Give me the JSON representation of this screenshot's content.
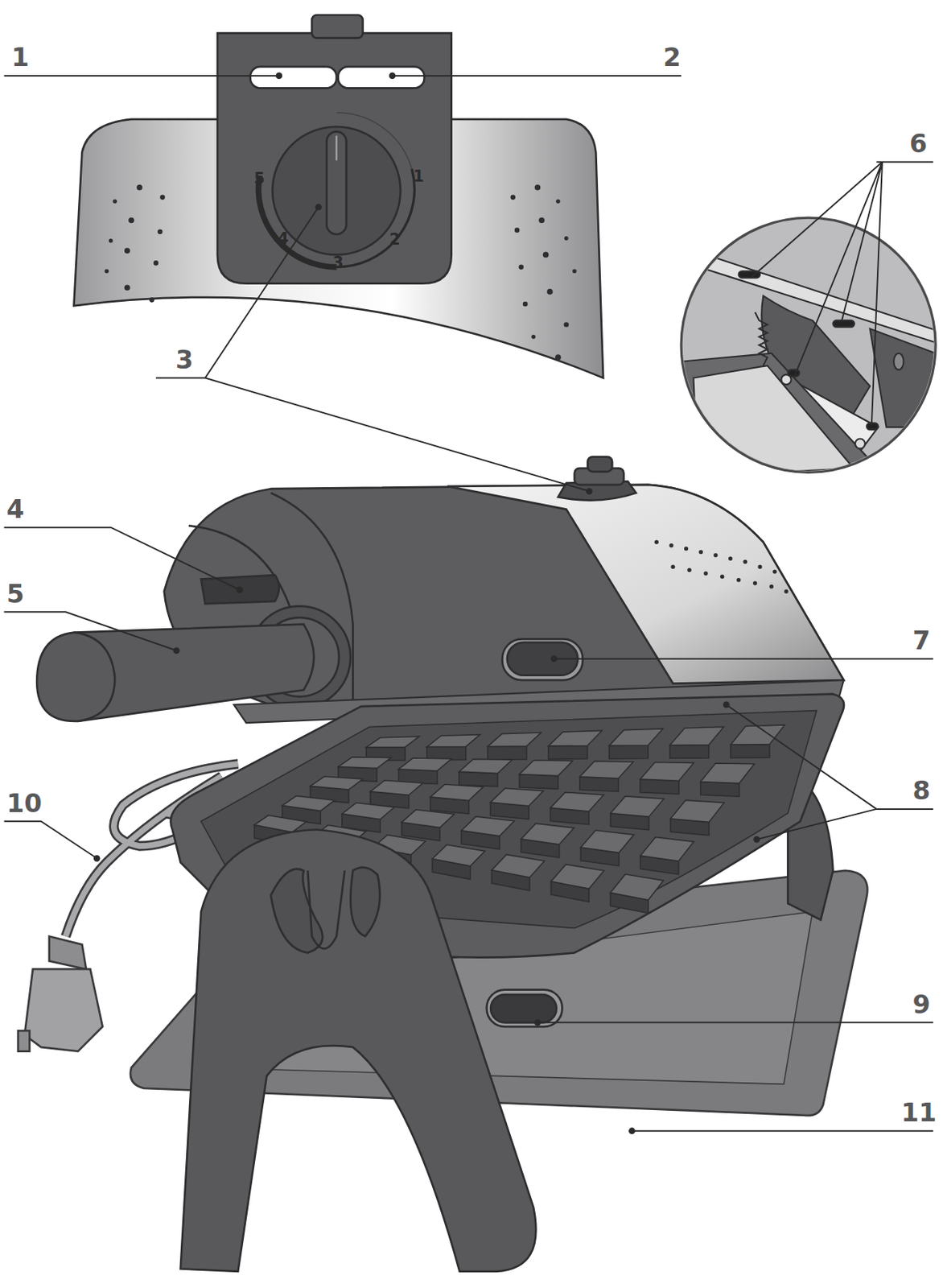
{
  "diagram": {
    "labels": [
      "1",
      "2",
      "6",
      "3",
      "4",
      "5",
      "7",
      "8",
      "10",
      "9",
      "11",
      "5",
      "1",
      "4",
      "2",
      "3"
    ]
  }
}
